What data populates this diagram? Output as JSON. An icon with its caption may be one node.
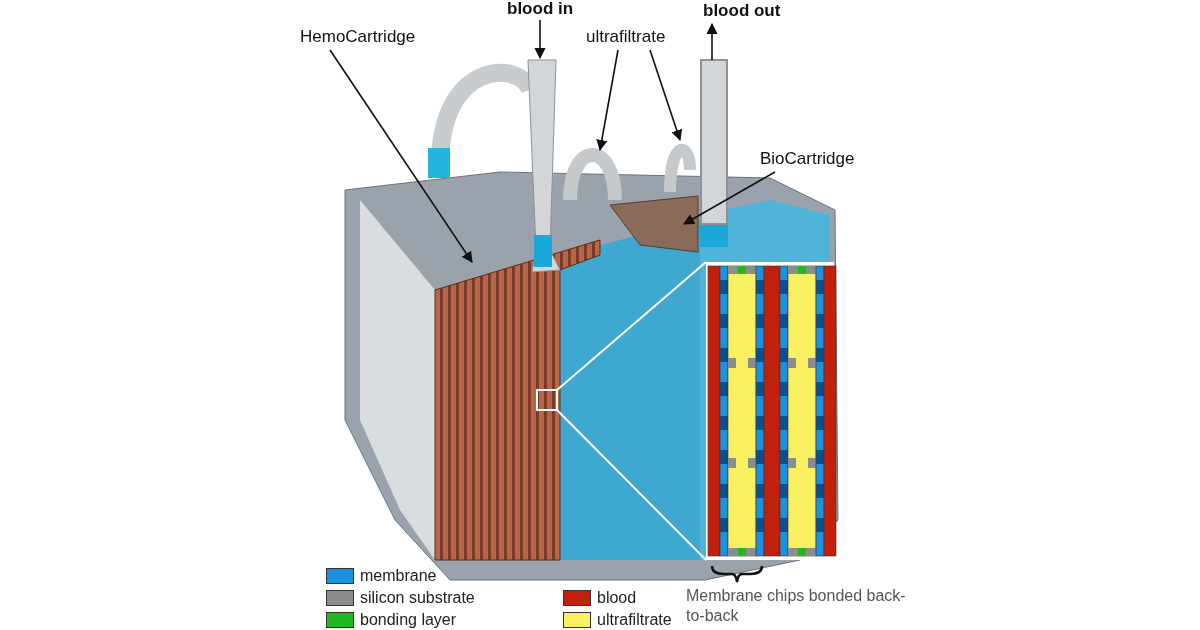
{
  "diagram": {
    "nodes": [
      {
        "text": [
          "HemoCartridge"
        ]
      },
      {
        "text": [],
        "shape": "picture"
      },
      {
        "text": [
          "blood in"
        ]
      },
      {
        "text": [],
        "shape": "picture"
      },
      {
        "text": [
          "ultrafiltrate"
        ]
      },
      {
        "text": [],
        "shape": "picture"
      },
      {
        "text": [],
        "shape": "picture"
      },
      {
        "text": [
          "blood out"
        ]
      },
      {
        "text": [],
        "shape": "box"
      },
      {
        "text": [
          "BioCartridge"
        ]
      },
      {
        "text": [],
        "shape": "picture"
      },
      {
        "text": [],
        "shape": "box",
        "in": 1
      },
      {
        "text": [],
        "shape": "picture"
      }
    ],
    "edges": [
      {
        "from": 0,
        "to": 1,
        "arrow": "to"
      },
      {
        "from": 2,
        "to": 3,
        "arrow": "to"
      },
      {
        "from": 4,
        "to": 5,
        "arrow": "to"
      },
      {
        "from": 4,
        "to": 6,
        "arrow": "to"
      },
      {
        "from": 8,
        "to": 7,
        "arrow": "to"
      },
      {
        "from": 9,
        "to": 10,
        "arrow": "to"
      },
      {
        "from": 11,
        "to": 12,
        "arrow": "none",
        "color": "#ffffff"
      },
      {
        "from": 11,
        "to": 12,
        "arrow": "none",
        "color": "#ffffff"
      }
    ],
    "labels": [
      "Membrane chips bonded back-to-back"
    ],
    "legend": [
      {
        "text": "membrane",
        "color": "#1e90e0"
      },
      {
        "text": "silicon substrate",
        "color": "#8c8c8c"
      },
      {
        "text": "blood",
        "color": "#c0200c"
      },
      {
        "text": "bonding layer",
        "color": "#22b822"
      },
      {
        "text": "ultrafiltrate",
        "color": "#f8f060"
      }
    ]
  }
}
